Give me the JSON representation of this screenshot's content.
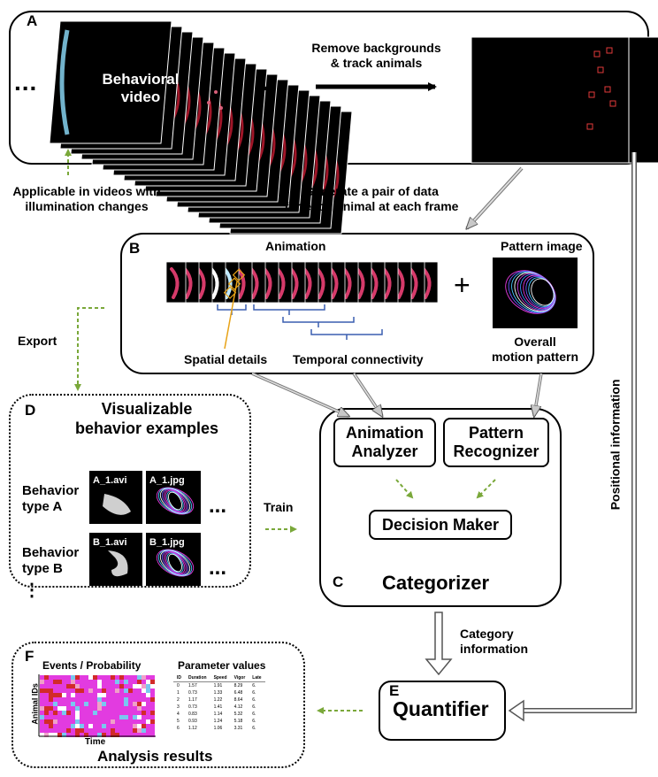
{
  "panels": {
    "A": {
      "letter": "A",
      "video_label": "Behavioral\nvideo",
      "ellipsis_left": "...",
      "ellipsis_right": "...",
      "remove_label": "Remove backgrounds\n& track animals",
      "illumination_note": "Applicable in videos with\nillumination changes",
      "generate_label": "Generate a pair of data\nfor each animal at each frame"
    },
    "B": {
      "letter": "B",
      "animation_title": "Animation",
      "pattern_title": "Pattern image",
      "plus": "+",
      "spatial": "Spatial details",
      "temporal": "Temporal connectivity",
      "overall": "Overall\nmotion pattern",
      "export": "Export"
    },
    "C": {
      "letter": "C",
      "title": "Categorizer",
      "animation_analyzer": "Animation\nAnalyzer",
      "pattern_recognizer": "Pattern\nRecognizer",
      "decision_maker": "Decision Maker",
      "train": "Train",
      "category_info": "Category\ninformation"
    },
    "D": {
      "letter": "D",
      "title": "Visualizable\nbehavior examples",
      "type_a": "Behavior\ntype A",
      "type_b": "Behavior\ntype B",
      "vdots": "⋮",
      "a_avi": "A_1.avi",
      "a_jpg": "A_1.jpg",
      "b_avi": "B_1.avi",
      "b_jpg": "B_1.jpg",
      "ellipsis": "..."
    },
    "E": {
      "letter": "E",
      "title": "Quantifier",
      "positional": "Positional information"
    },
    "F": {
      "letter": "F",
      "events_title": "Events / Probability",
      "params_title": "Parameter values",
      "y_axis": "Animal IDs",
      "x_axis": "Time",
      "footer": "Analysis results",
      "table_headers": [
        "ID",
        "Duration",
        "Speed",
        "Vigor",
        "Late"
      ],
      "table_rows": [
        [
          "0",
          "1.57",
          "1.91",
          "8.29",
          "6."
        ],
        [
          "1",
          "0.73",
          "1.33",
          "6.48",
          "6."
        ],
        [
          "2",
          "1.17",
          "1.22",
          "8.64",
          "6."
        ],
        [
          "3",
          "0.73",
          "1.41",
          "4.12",
          "6."
        ],
        [
          "4",
          "0.83",
          "1.14",
          "5.32",
          "6."
        ],
        [
          "5",
          "0.93",
          "1.24",
          "5.18",
          "6."
        ],
        [
          "6",
          "1.12",
          "1.06",
          "3.31",
          "6."
        ]
      ]
    }
  },
  "colors": {
    "video_red": "#b0182c",
    "video_cyan": "#8fe0ff",
    "green_arrow": "#7aa83a",
    "blue_bracket": "#3a5fb0",
    "highlight_orange": "#e8a317",
    "heatmap_magenta": "#e23be0",
    "heatmap_red": "#d22a2a"
  }
}
